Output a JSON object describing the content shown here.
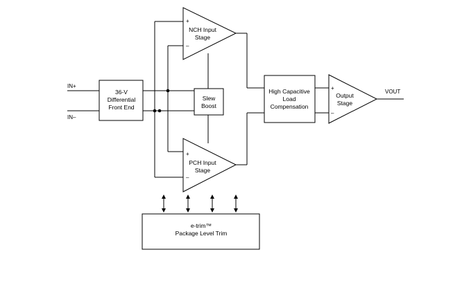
{
  "pins": {
    "in_plus": "IN+",
    "in_minus": "IN–",
    "vout": "VOUT"
  },
  "blocks": {
    "front_end": [
      "36-V",
      "Differential",
      "Front End"
    ],
    "nch": [
      "NCH Input",
      "Stage"
    ],
    "pch": [
      "PCH Input",
      "Stage"
    ],
    "slew": [
      "Slew",
      "Boost"
    ],
    "hcl": [
      "High Capacitive",
      "Load",
      "Compensation"
    ],
    "output": [
      "Output",
      "Stage"
    ],
    "etrim": [
      "e-trim™",
      "Package Level Trim"
    ]
  },
  "signs": {
    "plus": "+",
    "minus": "–"
  }
}
